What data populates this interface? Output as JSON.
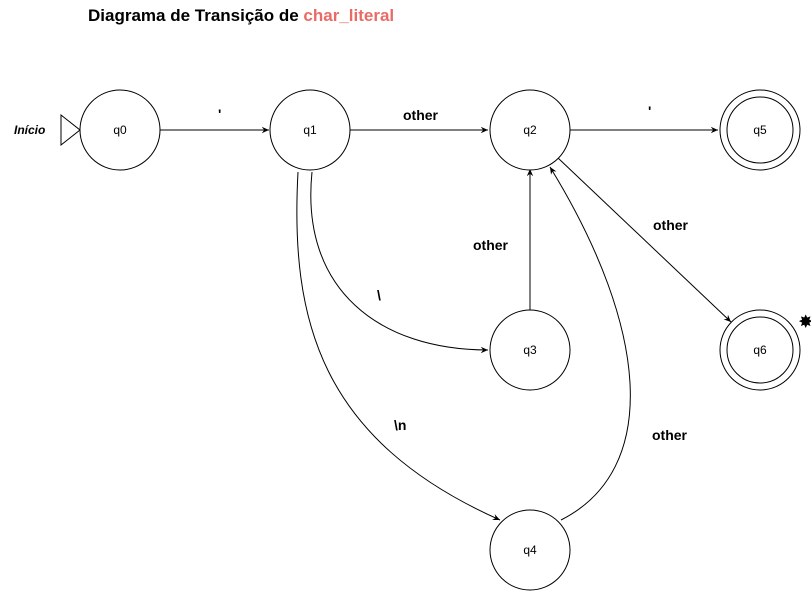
{
  "title": {
    "prefix": "Diagrama de Transição de ",
    "accent": "char_literal"
  },
  "colors": {
    "accent": "#EA6B66",
    "stroke": "#000000",
    "background": "#FFFFFF"
  },
  "start_label": "Início",
  "states": {
    "q0": "q0",
    "q1": "q1",
    "q2": "q2",
    "q3": "q3",
    "q4": "q4",
    "q5": "q5",
    "q6": "q6"
  },
  "accepting_states": [
    "q5",
    "q6"
  ],
  "retract_marker": "✸",
  "transitions": [
    {
      "from": "q0",
      "to": "q1",
      "label": "'"
    },
    {
      "from": "q1",
      "to": "q2",
      "label": "other"
    },
    {
      "from": "q2",
      "to": "q5",
      "label": "'"
    },
    {
      "from": "q1",
      "to": "q3",
      "label": "\\"
    },
    {
      "from": "q1",
      "to": "q4",
      "label": "\\n"
    },
    {
      "from": "q3",
      "to": "q2",
      "label": "other"
    },
    {
      "from": "q4",
      "to": "q2",
      "label": "other"
    },
    {
      "from": "q2",
      "to": "q6",
      "label": "other"
    }
  ]
}
